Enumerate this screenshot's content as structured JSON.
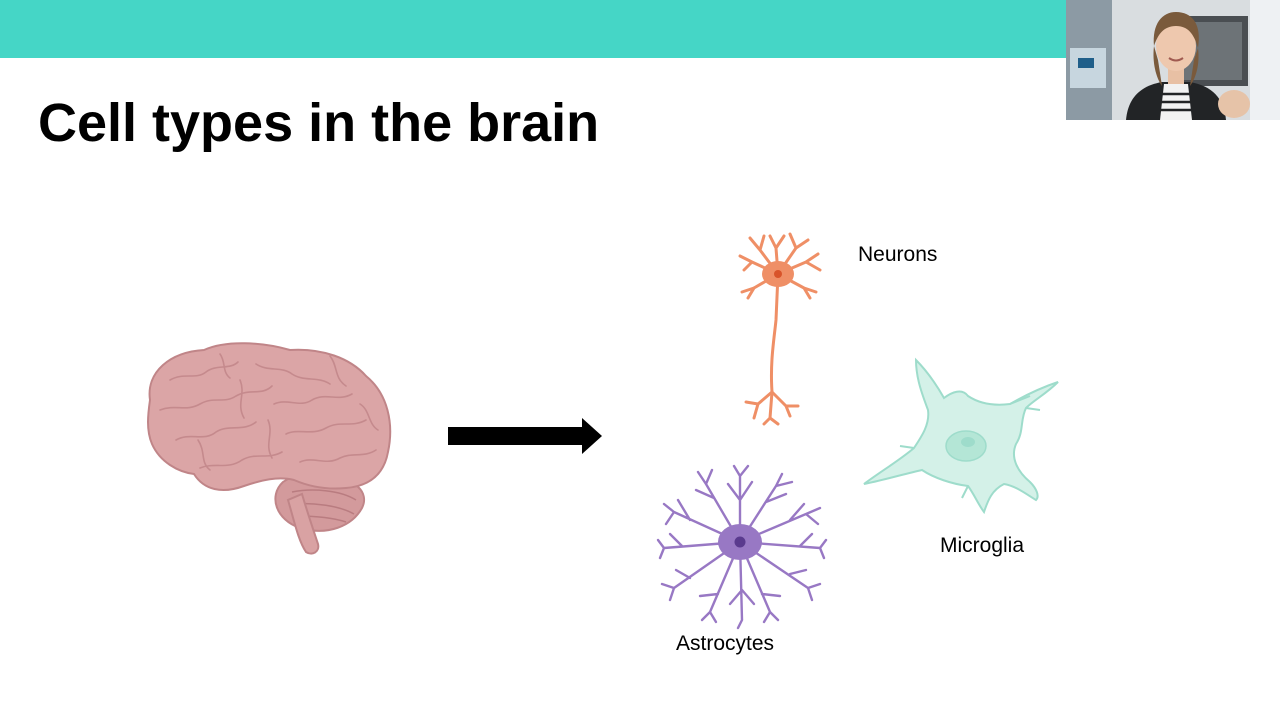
{
  "slide": {
    "title": "Cell types in the brain"
  },
  "labels": {
    "neurons": "Neurons",
    "microglia": "Microglia",
    "astrocytes": "Astrocytes"
  },
  "colors": {
    "top_bar": "#45d6c6",
    "brain": "#dba5a6",
    "brain_outline": "#c08588",
    "neuron": "#ef8f66",
    "neuron_nucleus": "#d8542a",
    "astrocyte": "#9878c4",
    "astrocyte_nucleus": "#5a3a8e",
    "microglia": "#d4f1e8",
    "microglia_outline": "#9edccb",
    "microglia_nucleus": "#b4e6d6",
    "arrow": "#000000"
  },
  "icons": {
    "brain": "brain-icon",
    "neuron": "neuron-icon",
    "astrocyte": "astrocyte-icon",
    "microglia": "microglia-icon",
    "arrow": "arrow-right-icon"
  }
}
